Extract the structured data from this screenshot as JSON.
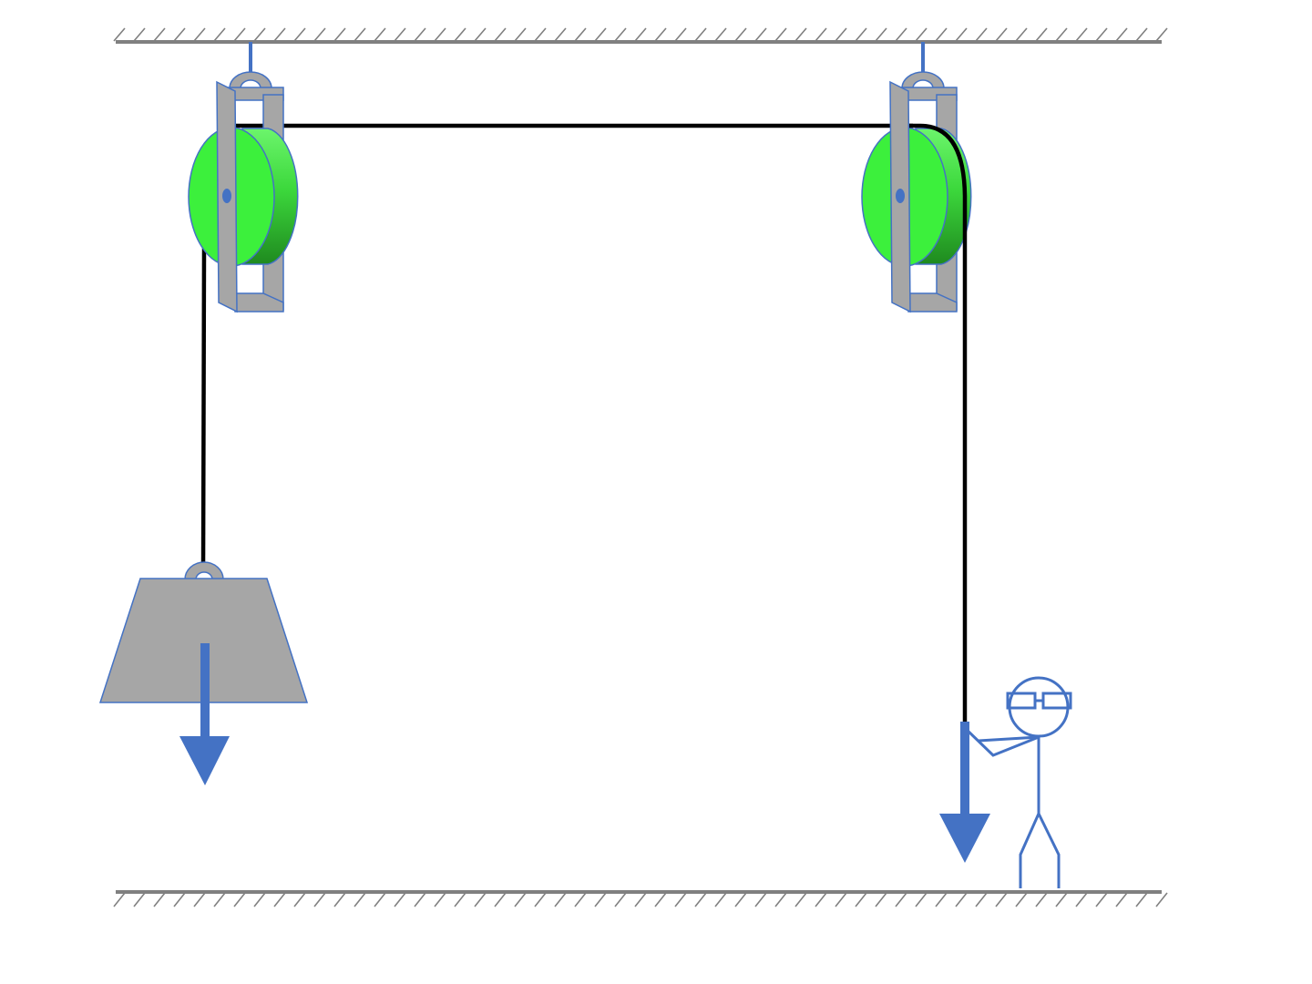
{
  "diagram": {
    "kind": "two fixed pulleys lifting a weight",
    "elements": [
      "ceiling",
      "floor",
      "left-pulley",
      "right-pulley",
      "rope",
      "weight",
      "weight-force-arrow",
      "pull-force-arrow",
      "person"
    ],
    "colors": {
      "pulley_face": "#3cf03c",
      "pulley_dark": "#1f8a1f",
      "pulley_rim_light": "#6cf56c",
      "frame": "#a6a6a6",
      "outline": "#4472c4",
      "arrow": "#4472c4",
      "rope": "#000000",
      "surface_line": "#808080",
      "weight_fill": "#a6a6a6",
      "person": "#4472c4"
    }
  }
}
